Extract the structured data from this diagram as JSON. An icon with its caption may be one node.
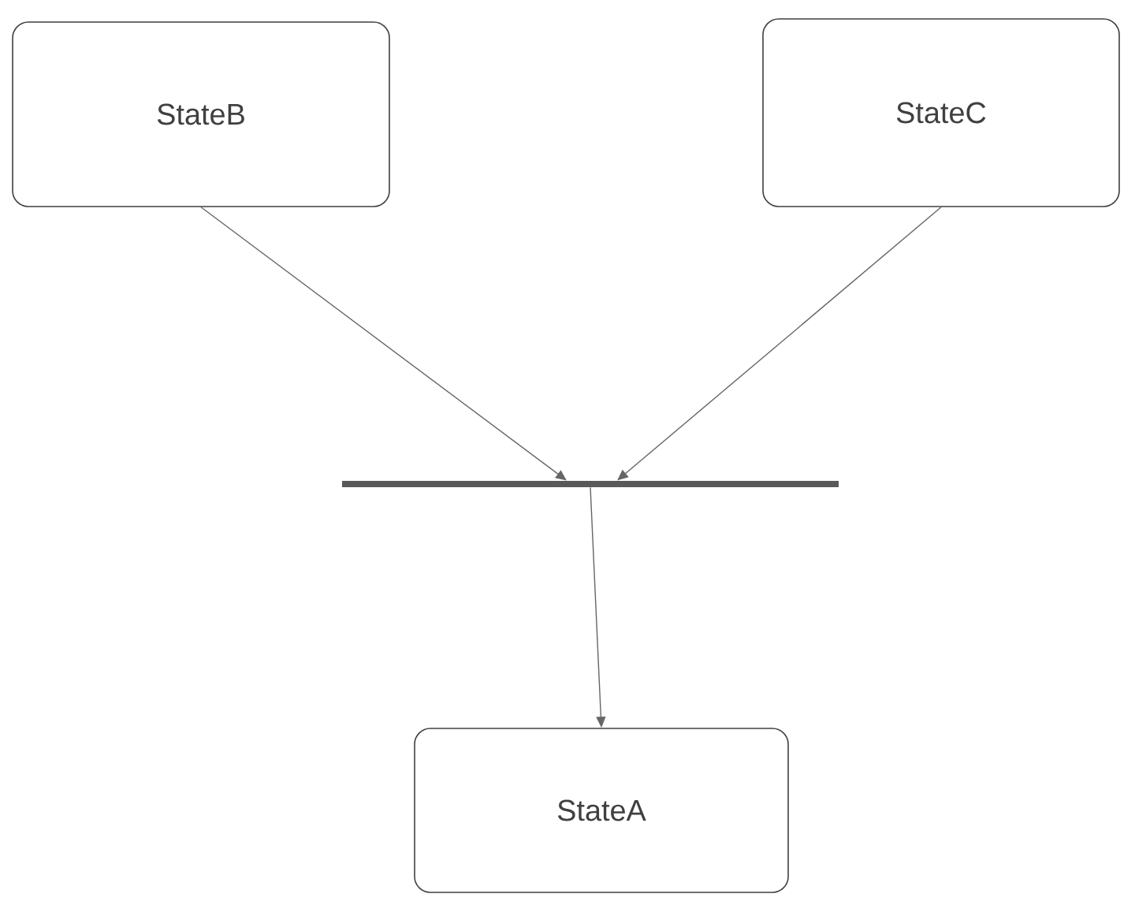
{
  "diagram": {
    "nodes": [
      {
        "text": [
          "StateB"
        ]
      },
      {
        "text": [
          "StateC"
        ]
      },
      {
        "text": [],
        "shape": "bar"
      },
      {
        "text": [
          "StateA"
        ]
      }
    ],
    "edges": [
      {
        "from": 0,
        "to": 2,
        "arrow": "to"
      },
      {
        "from": 1,
        "to": 2,
        "arrow": "to"
      },
      {
        "from": 2,
        "to": 3,
        "arrow": "to"
      }
    ]
  }
}
